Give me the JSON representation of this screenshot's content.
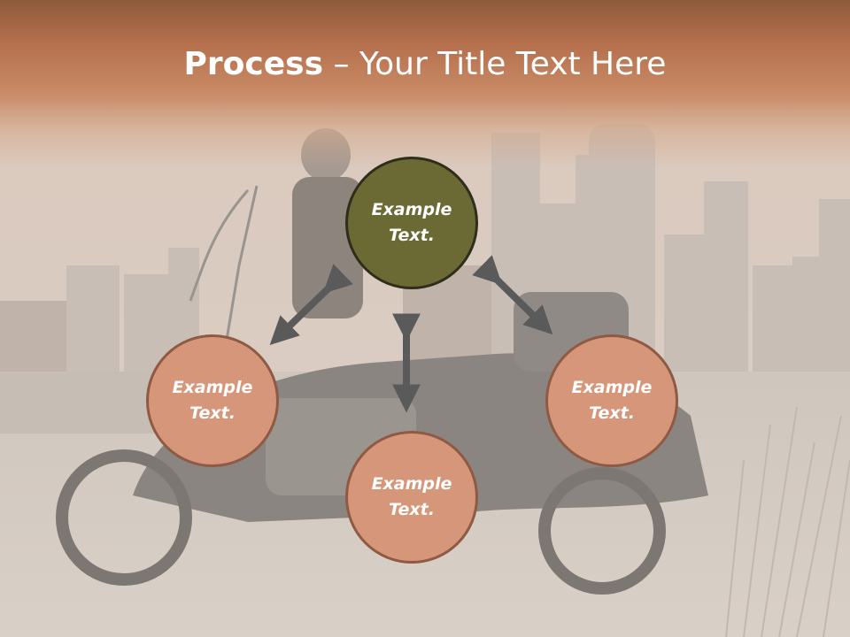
{
  "slide": {
    "title_bold": "Process",
    "title_rest": " – Your Title Text Here"
  },
  "nodes": {
    "top": "Example Text.",
    "left": "Example Text.",
    "right": "Example Text.",
    "bottom": "Example Text."
  },
  "colors": {
    "header": "#b56f4c",
    "center_node": "#6b6a35",
    "outer_node": "#d6967a",
    "outer_border": "#8f5a43",
    "arrow": "#5a5a5a"
  },
  "icons": {
    "arrow": "double-headed-arrow"
  }
}
